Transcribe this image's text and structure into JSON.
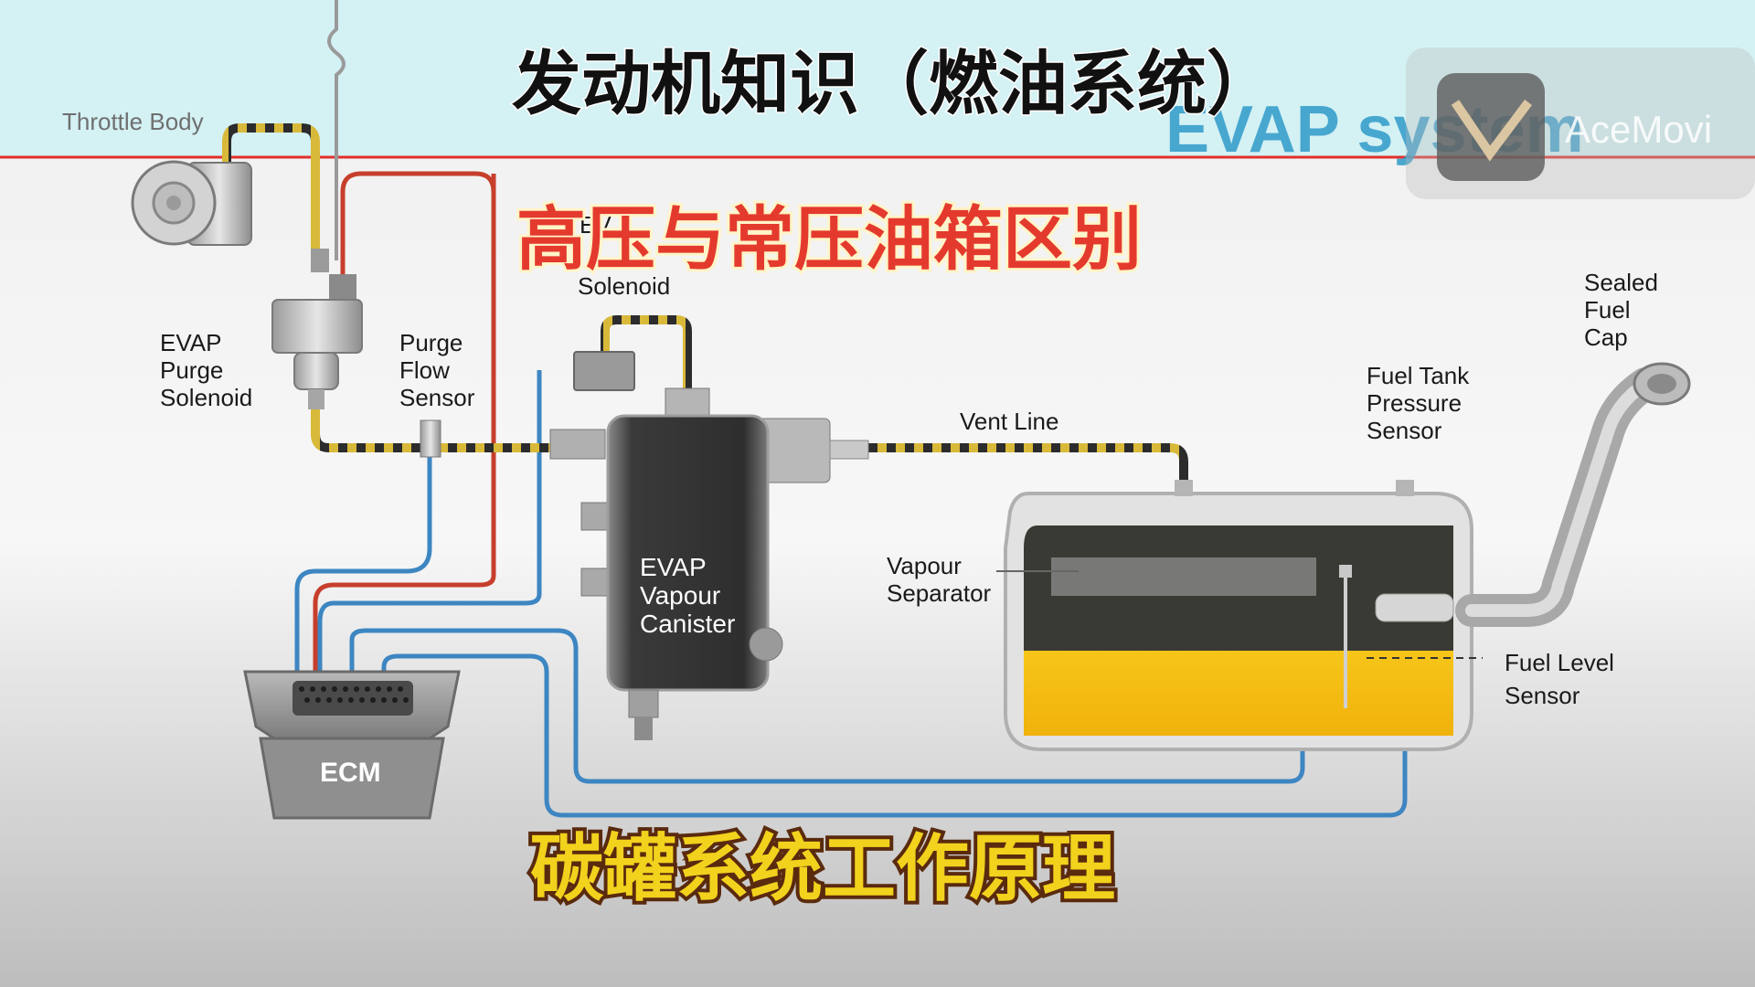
{
  "header": {
    "title": "发动机知识（燃油系统）",
    "subtitle": "高压与常压油箱区别",
    "caption": "碳罐系统工作原理"
  },
  "watermark": {
    "heading": "EVAP system",
    "brand": "AceMovi"
  },
  "labels": {
    "throttle_body": "Throttle Body",
    "evap_solenoid_partial": "EV",
    "solenoid": "Solenoid",
    "evap_purge_solenoid": [
      "EVAP",
      "Purge",
      "Solenoid"
    ],
    "purge_flow_sensor": [
      "Purge",
      "Flow",
      "Sensor"
    ],
    "vent_line": "Vent Line",
    "evap_vapour_canister": [
      "EVAP",
      "Vapour",
      "Canister"
    ],
    "vapour_separator": [
      "Vapour",
      "Separator"
    ],
    "fuel_tank_pressure_sensor": [
      "Fuel Tank",
      "Pressure",
      "Sensor"
    ],
    "sealed_fuel_cap": [
      "Sealed",
      "Fuel",
      "Cap"
    ],
    "fuel_level_sensor": [
      "Fuel Level",
      "Sensor"
    ],
    "ecm": "ECM"
  },
  "colors": {
    "header_bg": "#d4f1f4",
    "divider": "#e0302a",
    "subtitle": "#e43a2e",
    "caption": "#f2d21d",
    "signal_wire_blue": "#3d86c2",
    "signal_wire_red": "#c63f2c",
    "vapour_hose_yellow": "#d9b93a",
    "fuel": "#f5be12",
    "evap_heading": "#2f9bc9"
  }
}
